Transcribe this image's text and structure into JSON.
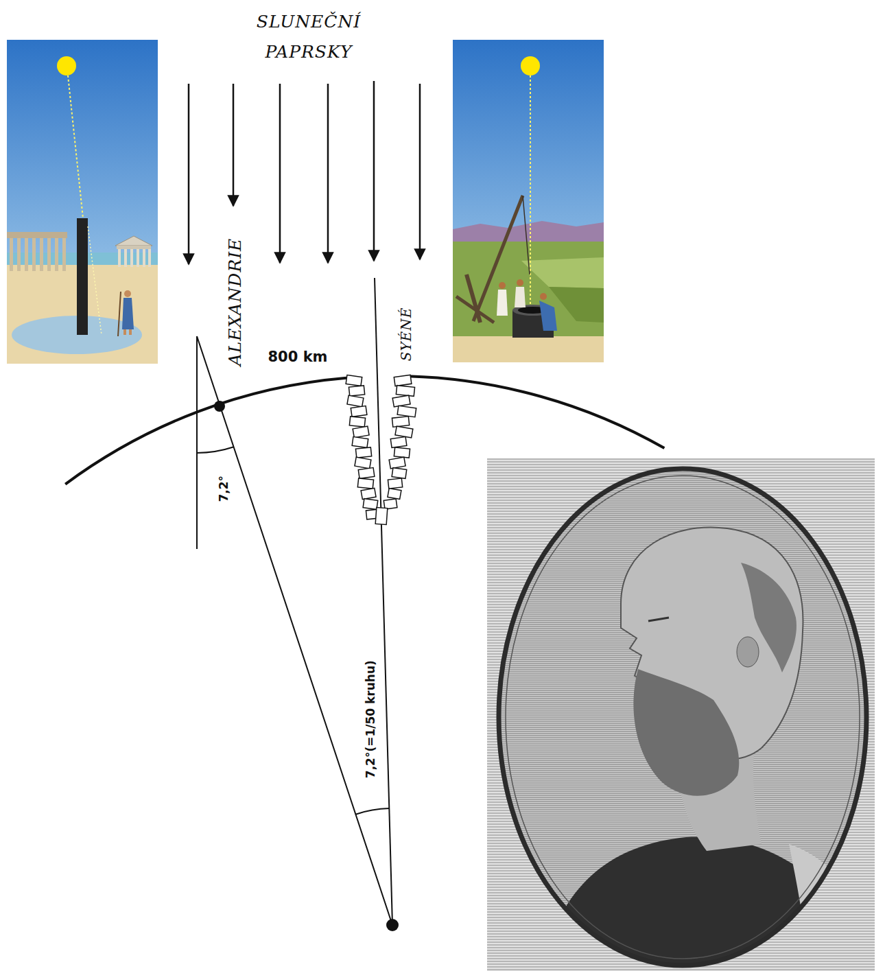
{
  "diagram": {
    "labels": [
      "SLUNEČNÍ PAPRSKY",
      "ALEXANDRIE",
      "800 km",
      "SYÉNÉ",
      "7,2°",
      "7,2°(=1/50 kruhu)"
    ]
  }
}
